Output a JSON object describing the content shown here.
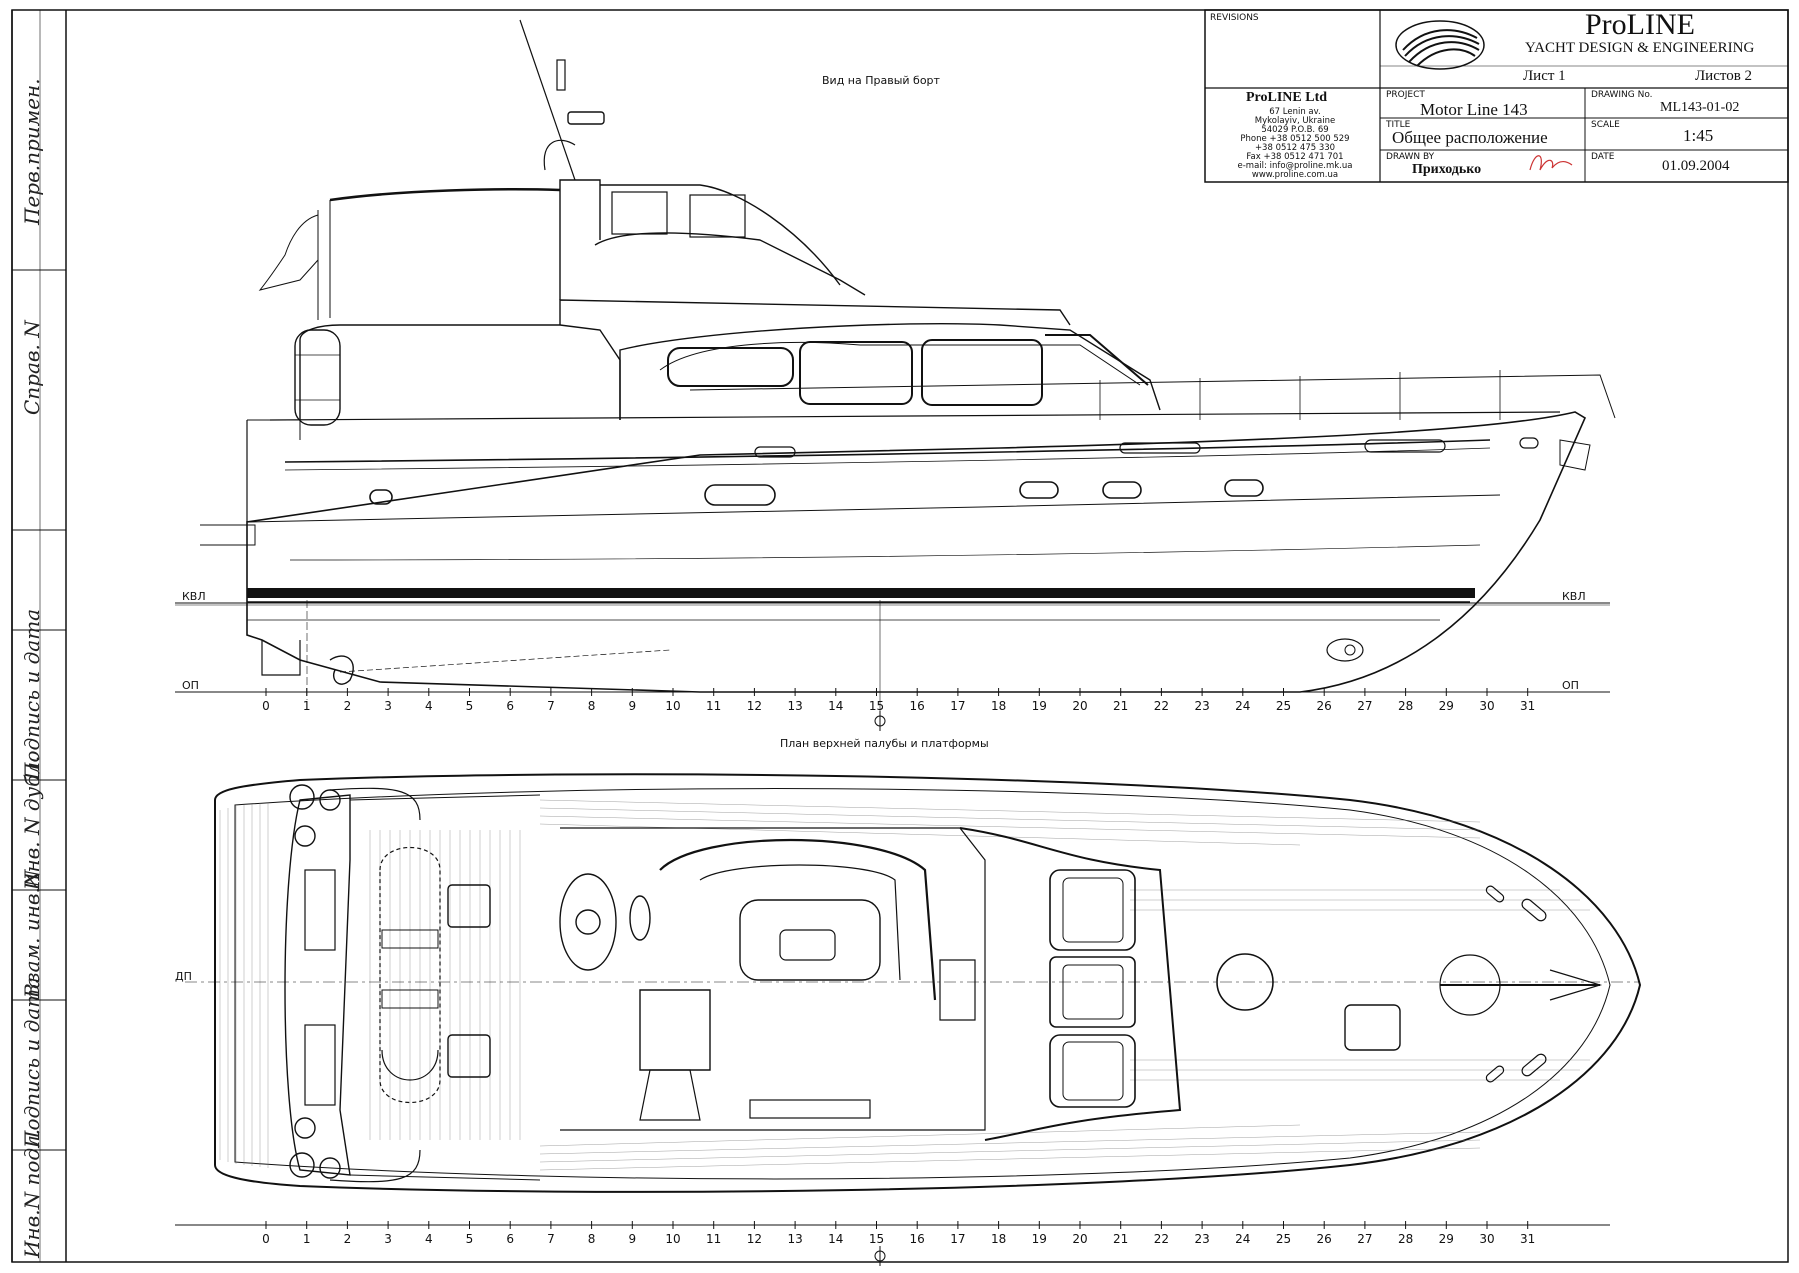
{
  "side_strip": {
    "labels": [
      "Перв.примен.",
      "Справ. N",
      "Подпись и дата",
      "Инв. N дубл.",
      "Взам. инв.N",
      "Подпись и дата",
      "Инв.N подл."
    ]
  },
  "title_block": {
    "revisions_label": "REVISIONS",
    "company_title": "ProLINE",
    "company_subtitle": "YACHT DESIGN & ENGINEERING",
    "sheet_label": "Лист 1",
    "sheets_label": "Листов 2",
    "company_name": "ProLINE Ltd",
    "address_lines": [
      "67 Lenin av.",
      "Mykolayiv, Ukraine",
      "54029 P.O.B. 69",
      "Phone +38 0512 500 529",
      "+38 0512 475 330",
      "Fax +38 0512 471 701",
      "e-mail: info@proline.mk.ua",
      "www.proline.com.ua"
    ],
    "project_label": "PROJECT",
    "project_value": "Motor Line 143",
    "drawing_no_label": "DRAWING No.",
    "drawing_no_value": "ML143-01-02",
    "title_label": "TITLE",
    "title_value": "Общее расположение",
    "scale_label": "SCALE",
    "scale_value": "1:45",
    "drawn_by_label": "DRAWN BY",
    "drawn_by_value": "Приходько",
    "date_label": "DATE",
    "date_value": "01.09.2004"
  },
  "profile_view": {
    "title": "Вид на Правый борт",
    "waterline_label": "КВЛ",
    "baseline_label": "ОП",
    "frames": [
      "0",
      "1",
      "2",
      "3",
      "4",
      "5",
      "6",
      "7",
      "8",
      "9",
      "10",
      "11",
      "12",
      "13",
      "14",
      "15",
      "16",
      "17",
      "18",
      "19",
      "20",
      "21",
      "22",
      "23",
      "24",
      "25",
      "26",
      "27",
      "28",
      "29",
      "30",
      "31"
    ]
  },
  "plan_view": {
    "title": "План верхней палубы и платформы",
    "centerline_label": "ДП",
    "frames": [
      "0",
      "1",
      "2",
      "3",
      "4",
      "5",
      "6",
      "7",
      "8",
      "9",
      "10",
      "11",
      "12",
      "13",
      "14",
      "15",
      "16",
      "17",
      "18",
      "19",
      "20",
      "21",
      "22",
      "23",
      "24",
      "25",
      "26",
      "27",
      "28",
      "29",
      "30",
      "31"
    ]
  }
}
